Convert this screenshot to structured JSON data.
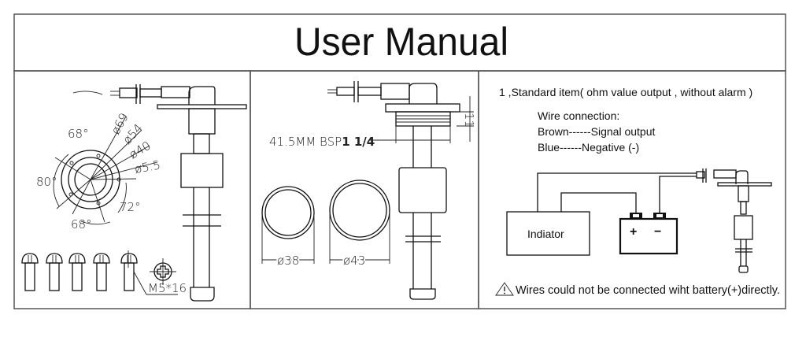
{
  "title": "User Manual",
  "panel_mounting": {
    "angle_top": "68°",
    "angle_left": "80°",
    "angle_right": "72°",
    "angle_bottom": "68°",
    "dia_69": "ø69",
    "dia_54": "ø54",
    "dia_40": "ø40",
    "dia_5_5": "ø5.5",
    "screw_label": "M5*16"
  },
  "panel_thread": {
    "thread_label": "41.5MM  BSP",
    "thread_size": "1 1/4",
    "height_dim": "11",
    "ring_small": "ø38",
    "ring_large": "ø43"
  },
  "panel_wiring": {
    "heading": "1 ,Standard item( ohm value output , without alarm )",
    "wire_title": "Wire connection:",
    "wire_brown": "Brown------Signal output",
    "wire_blue": "Blue------Negative (-)",
    "indicator_label": "Indiator",
    "battery_plus": "+",
    "battery_minus": "−",
    "warning": "Wires could not be connected wiht battery(+)directly."
  }
}
